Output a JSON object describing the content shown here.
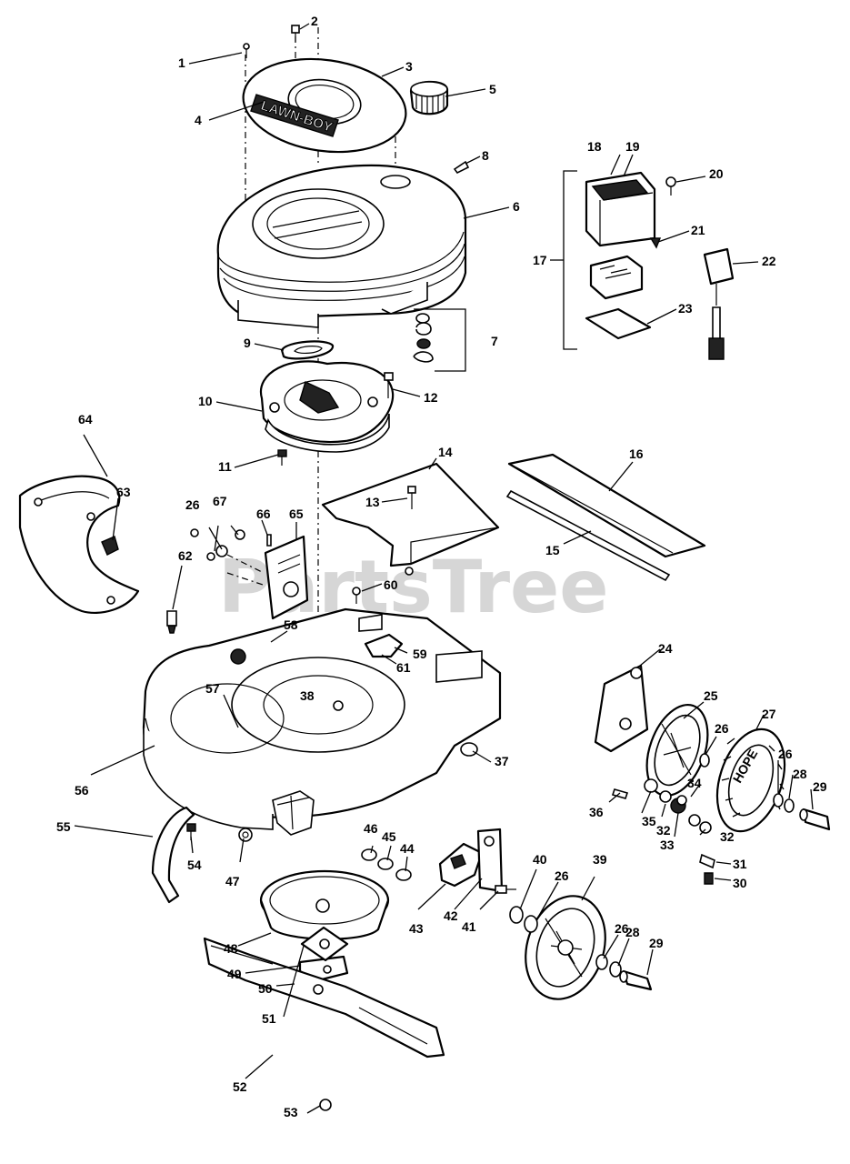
{
  "watermark": "PartsTree",
  "brand_emboss": "LAWN-BOY",
  "tire_text": "HOPE",
  "parts": [
    {
      "id": "1"
    },
    {
      "id": "2"
    },
    {
      "id": "3"
    },
    {
      "id": "4"
    },
    {
      "id": "5"
    },
    {
      "id": "6"
    },
    {
      "id": "7"
    },
    {
      "id": "8"
    },
    {
      "id": "9"
    },
    {
      "id": "10"
    },
    {
      "id": "11"
    },
    {
      "id": "12"
    },
    {
      "id": "13"
    },
    {
      "id": "14"
    },
    {
      "id": "15"
    },
    {
      "id": "16"
    },
    {
      "id": "17"
    },
    {
      "id": "18"
    },
    {
      "id": "19"
    },
    {
      "id": "20"
    },
    {
      "id": "21"
    },
    {
      "id": "22"
    },
    {
      "id": "23"
    },
    {
      "id": "24"
    },
    {
      "id": "25"
    },
    {
      "id": "26"
    },
    {
      "id": "27"
    },
    {
      "id": "28"
    },
    {
      "id": "29"
    },
    {
      "id": "30"
    },
    {
      "id": "31"
    },
    {
      "id": "32"
    },
    {
      "id": "33"
    },
    {
      "id": "34"
    },
    {
      "id": "35"
    },
    {
      "id": "36"
    },
    {
      "id": "37"
    },
    {
      "id": "38"
    },
    {
      "id": "39"
    },
    {
      "id": "40"
    },
    {
      "id": "41"
    },
    {
      "id": "42"
    },
    {
      "id": "43"
    },
    {
      "id": "44"
    },
    {
      "id": "45"
    },
    {
      "id": "46"
    },
    {
      "id": "47"
    },
    {
      "id": "48"
    },
    {
      "id": "49"
    },
    {
      "id": "50"
    },
    {
      "id": "51"
    },
    {
      "id": "52"
    },
    {
      "id": "53"
    },
    {
      "id": "54"
    },
    {
      "id": "55"
    },
    {
      "id": "56"
    },
    {
      "id": "57"
    },
    {
      "id": "58"
    },
    {
      "id": "59"
    },
    {
      "id": "60"
    },
    {
      "id": "61"
    },
    {
      "id": "62"
    },
    {
      "id": "63"
    },
    {
      "id": "64"
    },
    {
      "id": "65"
    },
    {
      "id": "66"
    },
    {
      "id": "67"
    }
  ]
}
